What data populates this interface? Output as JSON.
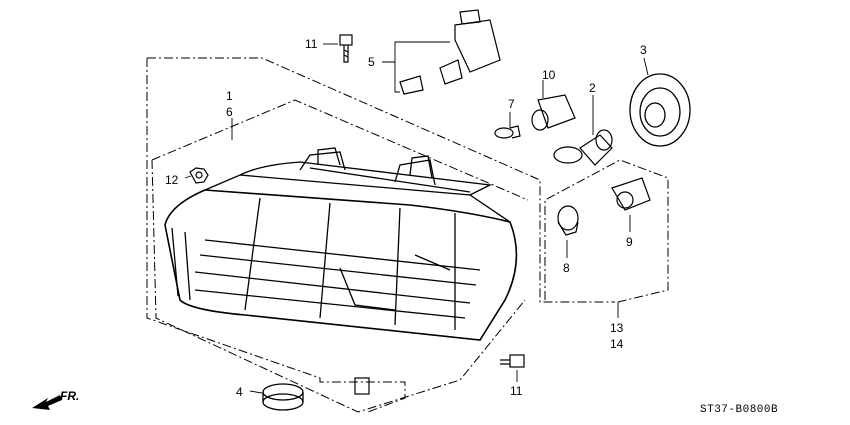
{
  "diagram_code": "ST37-B0800B",
  "direction_label": "FR.",
  "callouts": {
    "c1": "1",
    "c6": "6",
    "c2": "2",
    "c3": "3",
    "c4": "4",
    "c5": "5",
    "c7": "7",
    "c8": "8",
    "c9": "9",
    "c10": "10",
    "c11a": "11",
    "c11b": "11",
    "c12": "12",
    "c13": "13",
    "c14": "14"
  }
}
